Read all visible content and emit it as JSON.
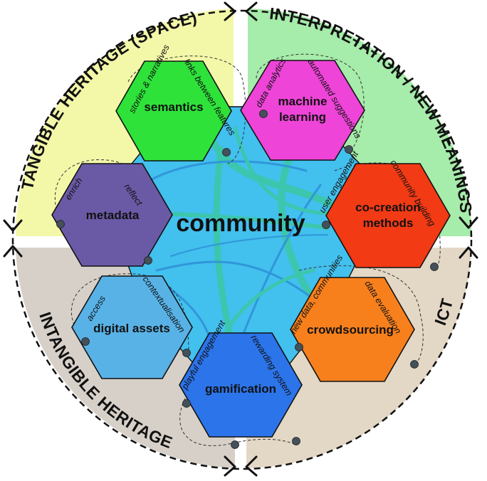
{
  "center": {
    "label": "community"
  },
  "quadrants": [
    {
      "id": "tl",
      "label": "TANGIBLE HERITAGE (SPACE)",
      "color": "#f3f7a8"
    },
    {
      "id": "tr",
      "label": "INTERPRETATION / NEW MEANINGS",
      "color": "#a6ecaa"
    },
    {
      "id": "bl",
      "label": "INTANGIBLE HERITAGE",
      "color": "#d6d0c8"
    },
    {
      "id": "br",
      "label": "ICT",
      "color": "#e3d7c5"
    }
  ],
  "hexagons": [
    {
      "id": "semantics",
      "label": "semantics",
      "color": "#2ee23a",
      "tags": [
        "stories & narratives",
        "links between features"
      ]
    },
    {
      "id": "machine-learning",
      "label_lines": [
        "machine",
        "learning"
      ],
      "color": "#ee44d8",
      "tags": [
        "data analytics",
        "automated suggestions"
      ]
    },
    {
      "id": "co-creation",
      "label_lines": [
        "co-creation",
        "methods"
      ],
      "color": "#f23a14",
      "tags": [
        "user engagement",
        "community building"
      ]
    },
    {
      "id": "crowdsourcing",
      "label": "crowdsourcing",
      "color": "#f7801c",
      "tags": [
        "new data, communities",
        "data evaluation"
      ]
    },
    {
      "id": "gamification",
      "label": "gamification",
      "color": "#2c74ea",
      "tags": [
        "playful engagement",
        "rewarding system"
      ]
    },
    {
      "id": "digital-assets",
      "label": "digital assets",
      "color": "#58b2e6",
      "tags": [
        "access",
        "contextualisation"
      ]
    },
    {
      "id": "metadata",
      "label": "metadata",
      "color": "#6a5aa6",
      "tags": [
        "enrich",
        "reflect"
      ]
    }
  ],
  "colors": {
    "core": "#42c0ee",
    "ribbon_green": "#3cc8a4",
    "ribbon_blue": "#2e8fd6"
  }
}
